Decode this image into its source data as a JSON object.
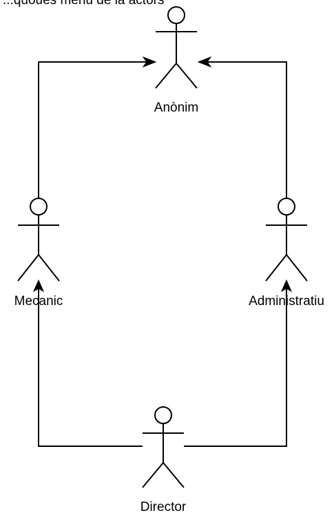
{
  "header": {
    "partial_text": "...quoues menu de la actors"
  },
  "actors": {
    "anonim": {
      "label": "Anònim"
    },
    "mecanic": {
      "label": "Mecanic"
    },
    "administratiu": {
      "label": "Administratiu"
    },
    "director": {
      "label": "Director"
    }
  },
  "relationships": [
    {
      "from": "Mecanic",
      "to": "Anònim",
      "type": "generalization"
    },
    {
      "from": "Administratiu",
      "to": "Anònim",
      "type": "generalization"
    },
    {
      "from": "Director",
      "to": "Mecanic",
      "type": "generalization"
    },
    {
      "from": "Director",
      "to": "Administratiu",
      "type": "generalization"
    }
  ],
  "colors": {
    "line": "#000000",
    "background": "#ffffff"
  }
}
